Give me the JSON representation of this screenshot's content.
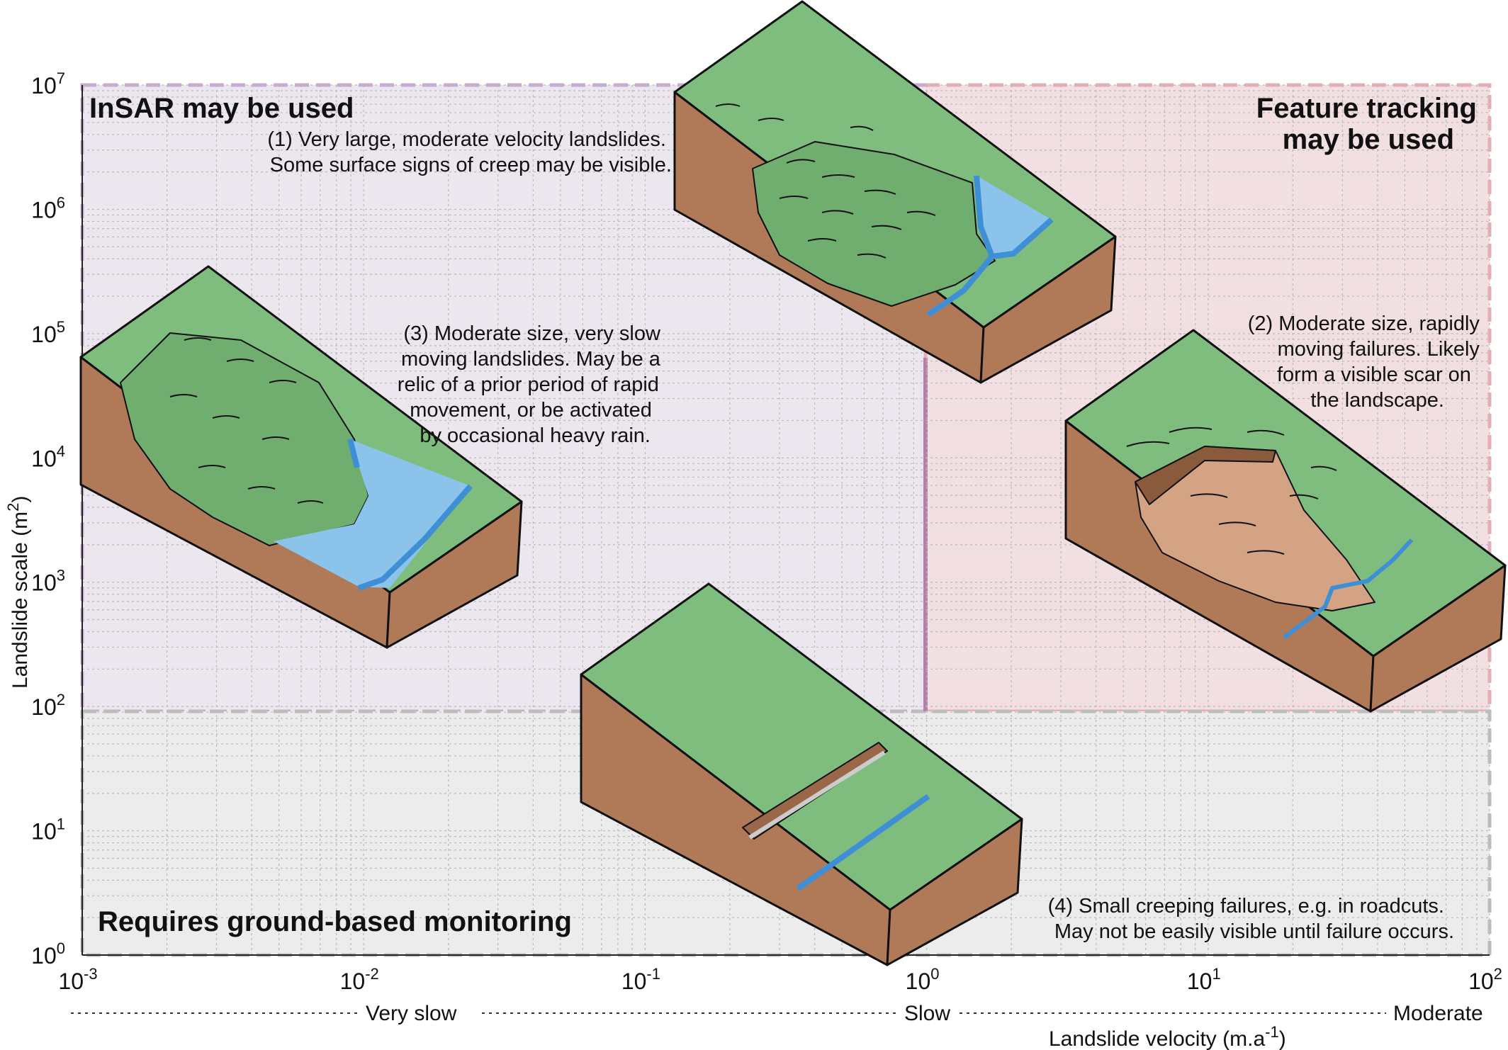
{
  "axes": {
    "x": {
      "label": "Landslide velocity (m.a",
      "label_sup": "-1",
      "label_close": ")",
      "scale": "log",
      "range": [
        0.001,
        100
      ],
      "ticks": [
        {
          "base": "10",
          "exp": "-3"
        },
        {
          "base": "10",
          "exp": "-2"
        },
        {
          "base": "10",
          "exp": "-1"
        },
        {
          "base": "10",
          "exp": "0"
        },
        {
          "base": "10",
          "exp": "1"
        },
        {
          "base": "10",
          "exp": "2"
        }
      ]
    },
    "y": {
      "label": "Landslide scale (m",
      "label_sup": "2",
      "label_close": ")",
      "scale": "log",
      "range": [
        1,
        10000000
      ],
      "ticks": [
        {
          "base": "10",
          "exp": "0"
        },
        {
          "base": "10",
          "exp": "1"
        },
        {
          "base": "10",
          "exp": "2"
        },
        {
          "base": "10",
          "exp": "3"
        },
        {
          "base": "10",
          "exp": "4"
        },
        {
          "base": "10",
          "exp": "5"
        },
        {
          "base": "10",
          "exp": "6"
        },
        {
          "base": "10",
          "exp": "7"
        }
      ]
    },
    "grid": true
  },
  "speed_classes": [
    "Very slow",
    "Slow",
    "Moderate"
  ],
  "regions": {
    "insar": {
      "title": "InSAR may be used",
      "color": "#9b59a8",
      "fill": "#ece6ef",
      "x_range": [
        0.001,
        1
      ],
      "y_range": [
        100,
        10000000
      ]
    },
    "tracking": {
      "title_line1": "Feature tracking",
      "title_line2": "may be used",
      "color": "#b8505f",
      "fill": "#f2dfe1",
      "x_range": [
        1,
        100
      ],
      "y_range": [
        100,
        10000000
      ]
    },
    "ground": {
      "title": "Requires ground-based monitoring",
      "color": "#555555",
      "fill": "#eeeeee",
      "x_range": [
        0.001,
        100
      ],
      "y_range": [
        1,
        100
      ]
    }
  },
  "scenarios": {
    "s1": {
      "lines": [
        "(1) Very large, moderate velocity landslides.",
        "Some surface signs of creep may be visible."
      ]
    },
    "s2": {
      "lines": [
        "(2) Moderate size, rapidly",
        "moving failures. Likely",
        "form a visible scar on",
        "the landscape."
      ]
    },
    "s3": {
      "lines": [
        "(3) Moderate size, very slow",
        "moving landslides. May be a",
        "relic of a prior period of rapid",
        "movement, or be activated",
        "by occasional heavy rain."
      ]
    },
    "s4": {
      "lines": [
        "(4) Small creeping failures, e.g. in roadcuts.",
        "May not be easily visible until failure occurs."
      ]
    }
  },
  "colors": {
    "grass": "#7fbd7f",
    "soil": "#b07a59",
    "water": "#8cc3ea",
    "water_edge": "#3f8fd6",
    "scar": "#d4a384"
  }
}
